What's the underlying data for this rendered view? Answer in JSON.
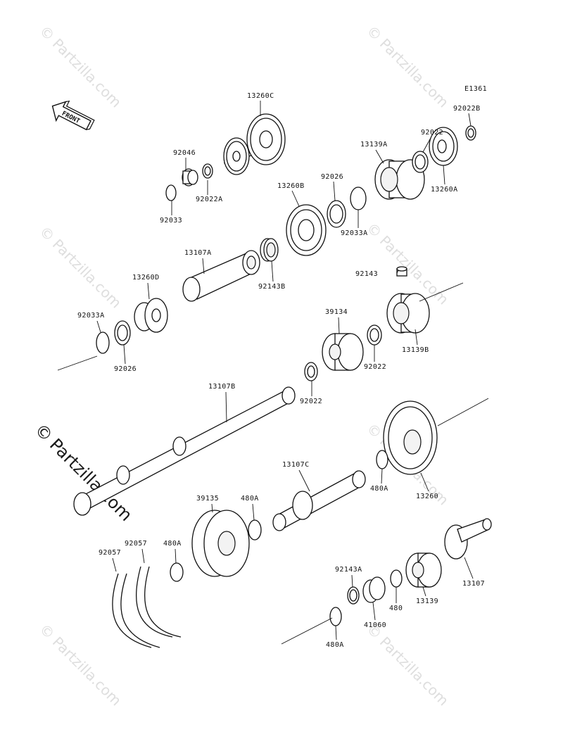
{
  "diagram_code": "E1361",
  "front_label": "FRONT",
  "watermark": {
    "symbol": "©",
    "text": "Partzilla.com"
  },
  "parts": [
    {
      "id": "p1",
      "label": "13260C"
    },
    {
      "id": "p2",
      "label": "92046"
    },
    {
      "id": "p3",
      "label": "92022A"
    },
    {
      "id": "p4",
      "label": "92033"
    },
    {
      "id": "p5",
      "label": "13139A"
    },
    {
      "id": "p6",
      "label": "92022"
    },
    {
      "id": "p7",
      "label": "92022B"
    },
    {
      "id": "p8",
      "label": "13260A"
    },
    {
      "id": "p9",
      "label": "13260B"
    },
    {
      "id": "p10",
      "label": "92026"
    },
    {
      "id": "p11",
      "label": "92033A"
    },
    {
      "id": "p12",
      "label": "13107A"
    },
    {
      "id": "p13",
      "label": "92143B"
    },
    {
      "id": "p14",
      "label": "13260D"
    },
    {
      "id": "p15",
      "label": "92033A"
    },
    {
      "id": "p16",
      "label": "92026"
    },
    {
      "id": "p17",
      "label": "92143"
    },
    {
      "id": "p18",
      "label": "13139B"
    },
    {
      "id": "p19",
      "label": "39134"
    },
    {
      "id": "p20",
      "label": "92022"
    },
    {
      "id": "p21",
      "label": "92022"
    },
    {
      "id": "p22",
      "label": "13107B"
    },
    {
      "id": "p23",
      "label": "13107C"
    },
    {
      "id": "p24",
      "label": "480A"
    },
    {
      "id": "p25",
      "label": "13260"
    },
    {
      "id": "p26",
      "label": "39135"
    },
    {
      "id": "p27",
      "label": "480A"
    },
    {
      "id": "p28",
      "label": "92057"
    },
    {
      "id": "p29",
      "label": "92057"
    },
    {
      "id": "p30",
      "label": "480A"
    },
    {
      "id": "p31",
      "label": "92143A"
    },
    {
      "id": "p32",
      "label": "41060"
    },
    {
      "id": "p33",
      "label": "480"
    },
    {
      "id": "p34",
      "label": "13139"
    },
    {
      "id": "p35",
      "label": "13107"
    },
    {
      "id": "p36",
      "label": "480A"
    }
  ]
}
